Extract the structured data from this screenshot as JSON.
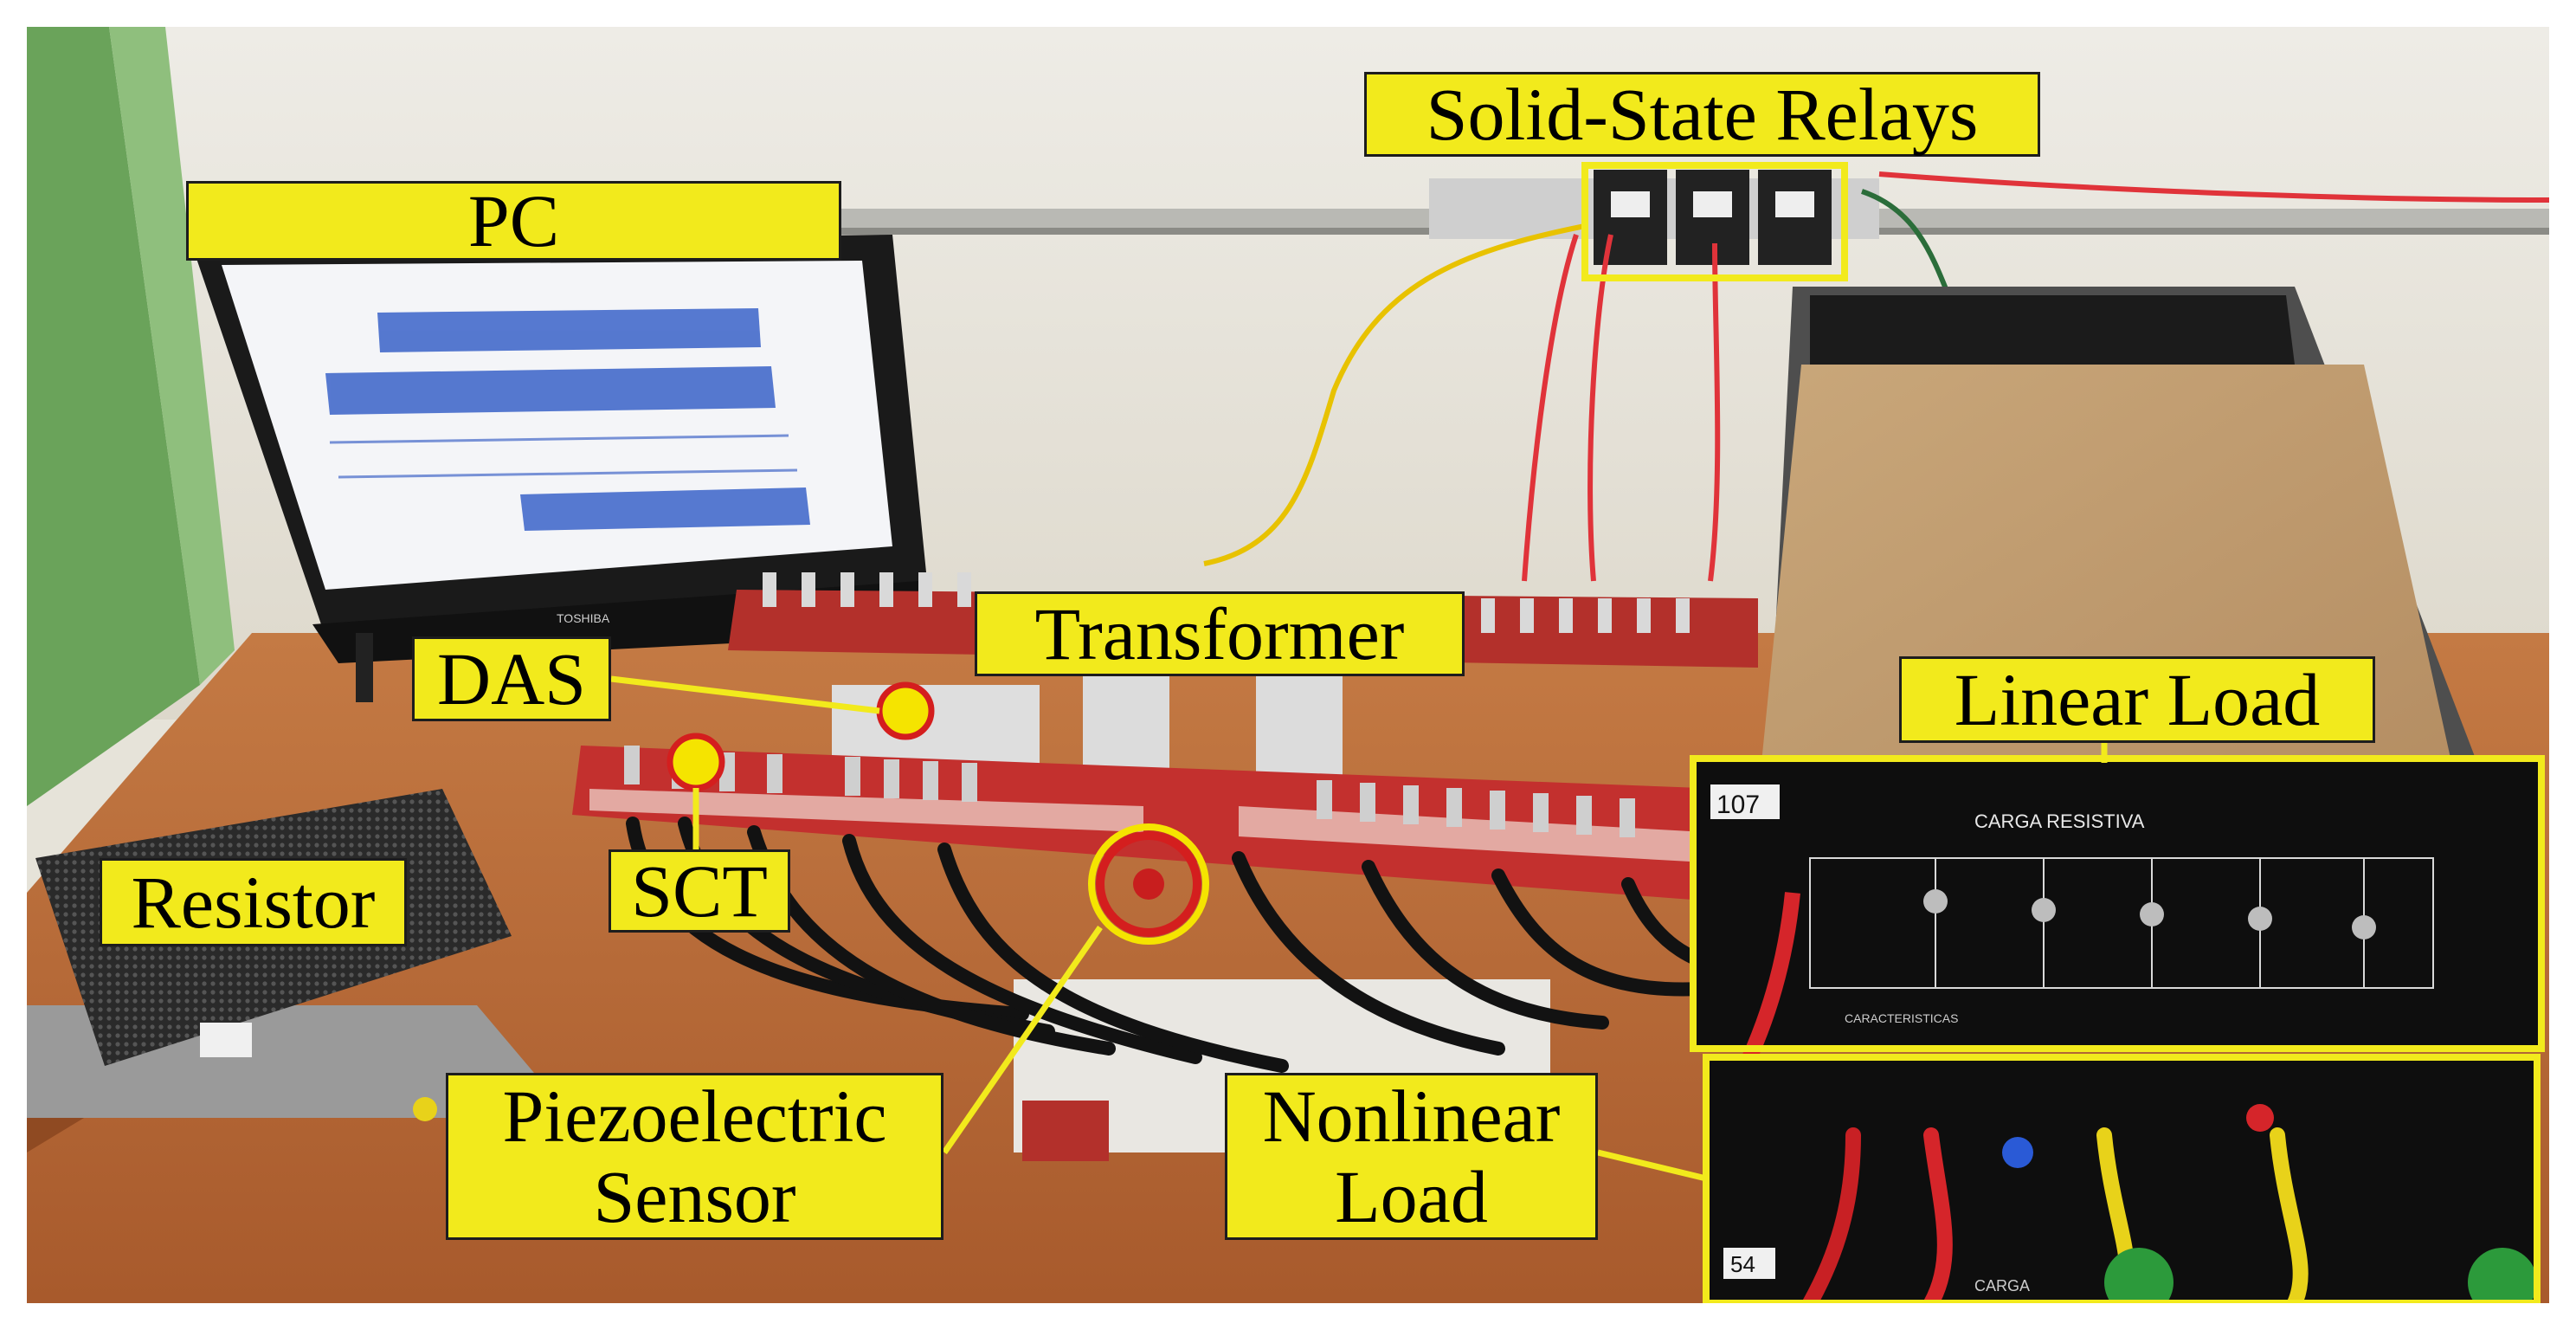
{
  "labels": {
    "pc": "PC",
    "solid_state_relays": "Solid-State Relays",
    "transformer": "Transformer",
    "das": "DAS",
    "sct": "SCT",
    "resistor": "Resistor",
    "linear_load": "Linear Load",
    "piezo_line1": "Piezoelectric",
    "piezo_line2": "Sensor",
    "nonlinear_line1": "Nonlinear",
    "nonlinear_line2": "Load"
  },
  "device_markings": {
    "monitor_brand": "TOSHIBA",
    "linear_panel_number": "107",
    "linear_panel_title": "CARGA RESISTIVA",
    "linear_panel_footer": "CARACTERISTICAS",
    "nonlinear_panel_number": "54",
    "nonlinear_panel_footer": "CARGA"
  },
  "colors": {
    "label_fill": "#f2ea1c",
    "marker_fill": "#f5e400",
    "marker_ring": "#d41e1e",
    "wall": "#e6e3d9",
    "desk": "#c26f3a",
    "green_wall": "#6aa35a",
    "waveform_blue": "#3a63c9"
  }
}
